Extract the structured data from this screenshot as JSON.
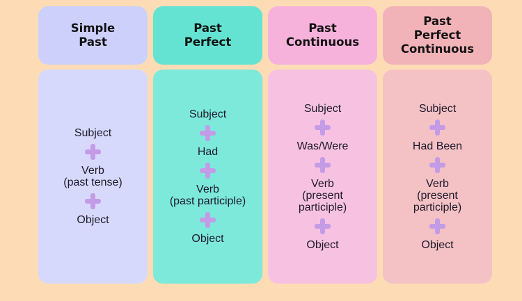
{
  "colors": {
    "background": "#fddcb5",
    "plus": "#c49be6"
  },
  "columns": [
    {
      "title": "Simple Past",
      "header_color": "#cdd0fb",
      "body_color": "#d6d9fc",
      "items": [
        "Subject",
        "Verb (past tense)",
        "Object"
      ]
    },
    {
      "title": "Past Perfect",
      "header_color": "#64e3d3",
      "body_color": "#7ce9db",
      "items": [
        "Subject",
        "Had",
        "Verb (past participle)",
        "Object"
      ]
    },
    {
      "title": "Past Continuous",
      "header_color": "#f7b2dc",
      "body_color": "#f7c2e1",
      "items": [
        "Subject",
        "Was/Were",
        "Verb (present participle)",
        "Object"
      ]
    },
    {
      "title": "Past Perfect Continuous",
      "header_color": "#f2b3b8",
      "body_color": "#f4c1c5",
      "items": [
        "Subject",
        "Had Been",
        "Verb (present participle)",
        "Object"
      ]
    }
  ]
}
